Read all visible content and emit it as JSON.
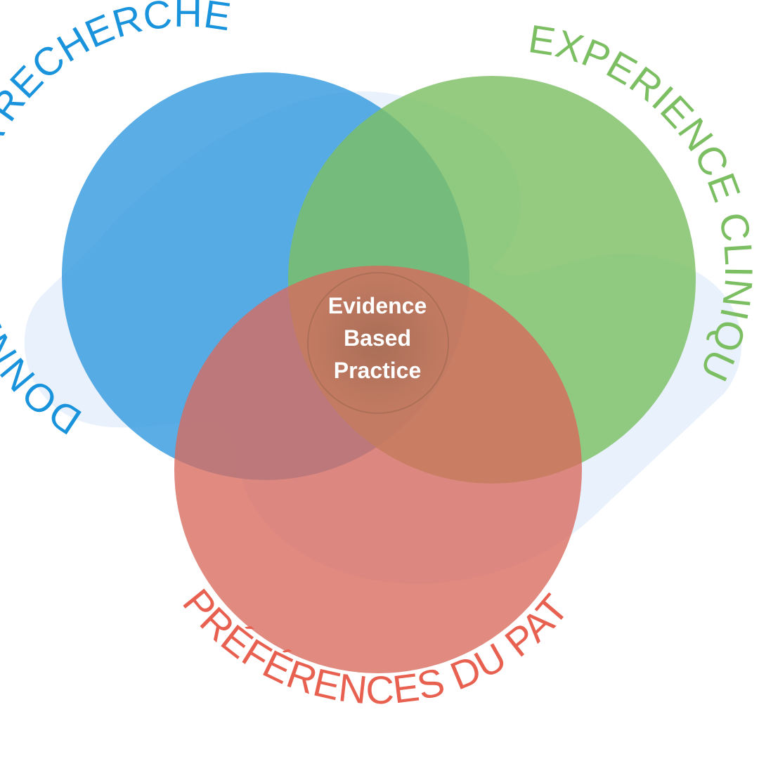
{
  "diagram": {
    "circles": [
      {
        "id": "research",
        "label": "DONNÉES DE LA RECHERCHE",
        "color": "#3d9fe0",
        "label_color": "#1a93dd"
      },
      {
        "id": "clinical",
        "label": "EXPERIENCE CLINIQUE",
        "color": "#7cc064",
        "label_color": "#7cbf63"
      },
      {
        "id": "patient",
        "label": "PRÉFÉRENCES DU PATIENT",
        "color": "#d9695c",
        "label_color": "#e8604f"
      }
    ],
    "center_label": {
      "line1": "Evidence",
      "line2": "Based",
      "line3": "Practice"
    }
  }
}
